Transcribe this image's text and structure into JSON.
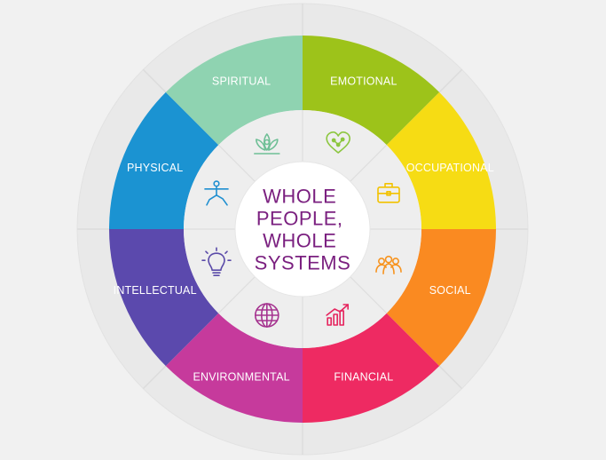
{
  "center": {
    "lines": [
      "WHOLE",
      "PEOPLE,",
      "WHOLE",
      "SYSTEMS"
    ],
    "color": "#7a1f7f"
  },
  "segments": [
    {
      "key": "emotional",
      "label": "EMOTIONAL",
      "color": "#9dc31a",
      "icon": "heart-network-icon",
      "icon_color": "#8cc63f"
    },
    {
      "key": "occupational",
      "label": "OCCUPATIONAL",
      "color": "#f6dc14",
      "icon": "briefcase-icon",
      "icon_color": "#f2c200"
    },
    {
      "key": "social",
      "label": "SOCIAL",
      "color": "#fa8a21",
      "icon": "people-group-icon",
      "icon_color": "#f7931e"
    },
    {
      "key": "financial",
      "label": "FINANCIAL",
      "color": "#ee2a62",
      "icon": "growth-chart-icon",
      "icon_color": "#e6245e"
    },
    {
      "key": "environmental",
      "label": "ENVIRONMENTAL",
      "color": "#c63a9c",
      "icon": "globe-icon",
      "icon_color": "#a5338f"
    },
    {
      "key": "intellectual",
      "label": "INTELLECTUAL",
      "color": "#5b49ad",
      "icon": "lightbulb-icon",
      "icon_color": "#5a4aa8"
    },
    {
      "key": "physical",
      "label": "PHYSICAL",
      "color": "#1b93d2",
      "icon": "yoga-pose-icon",
      "icon_color": "#1f8fd0"
    },
    {
      "key": "spiritual",
      "label": "SPIRITUAL",
      "color": "#8fd3b1",
      "icon": "lotus-icon",
      "icon_color": "#6fbf96"
    }
  ],
  "colors": {
    "background": "#f1f1f1",
    "outer_ring": "#e9e9e9",
    "inner_ring": "#eeeeee",
    "center_disc": "#ffffff"
  }
}
